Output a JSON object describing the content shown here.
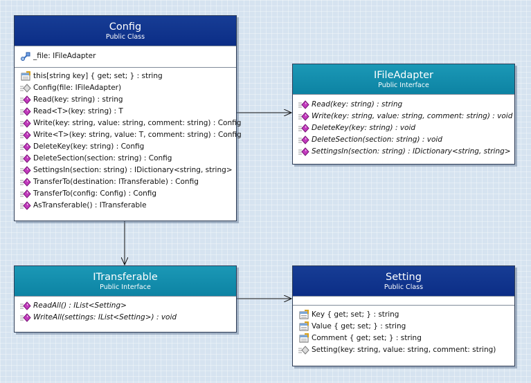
{
  "classes": {
    "config": {
      "name": "Config",
      "kind": "Public Class",
      "fields": [
        "_file: IFileAdapter"
      ],
      "members": [
        {
          "text": "this[string key] { get; set; } : string",
          "icon": "property"
        },
        {
          "text": "Config(file: IFileAdapter)",
          "icon": "constructor"
        },
        {
          "text": "Read(key: string) : string",
          "icon": "method"
        },
        {
          "text": "Read<T>(key: string) : T",
          "icon": "method"
        },
        {
          "text": "Write(key: string, value: string, comment: string) : Config",
          "icon": "method"
        },
        {
          "text": "Write<T>(key: string, value: T, comment: string) : Config",
          "icon": "method"
        },
        {
          "text": "DeleteKey(key: string) : Config",
          "icon": "method"
        },
        {
          "text": "DeleteSection(section: string) : Config",
          "icon": "method"
        },
        {
          "text": "SettingsIn(section: string) : IDictionary<string, string>",
          "icon": "method"
        },
        {
          "text": "TransferTo(destination: ITransferable) : Config",
          "icon": "method"
        },
        {
          "text": "TransferTo(config: Config) : Config",
          "icon": "method"
        },
        {
          "text": "AsTransferable() : ITransferable",
          "icon": "method"
        }
      ]
    },
    "ifileadapter": {
      "name": "IFileAdapter",
      "kind": "Public Interface",
      "members": [
        "Read(key: string) : string",
        "Write(key: string, value: string, comment: string) : void",
        "DeleteKey(key: string) : void",
        "DeleteSection(section: string) : void",
        "SettingsIn(section: string) : IDictionary<string, string>"
      ]
    },
    "itransferable": {
      "name": "ITransferable",
      "kind": "Public Interface",
      "members": [
        "ReadAll() : IList<Setting>",
        "WriteAll(settings: IList<Setting>) : void"
      ]
    },
    "setting": {
      "name": "Setting",
      "kind": "Public Class",
      "members": [
        {
          "text": "Key { get; set; } : string",
          "icon": "property"
        },
        {
          "text": "Value { get; set; } : string",
          "icon": "property"
        },
        {
          "text": "Comment { get; set; } : string",
          "icon": "property"
        },
        {
          "text": "Setting(key: string, value: string, comment: string)",
          "icon": "constructor"
        }
      ]
    }
  },
  "colors": {
    "class_header": "#0b2d86",
    "interface_header": "#0d83a3",
    "method_icon": "#c23bbd",
    "connector": "#111111"
  }
}
